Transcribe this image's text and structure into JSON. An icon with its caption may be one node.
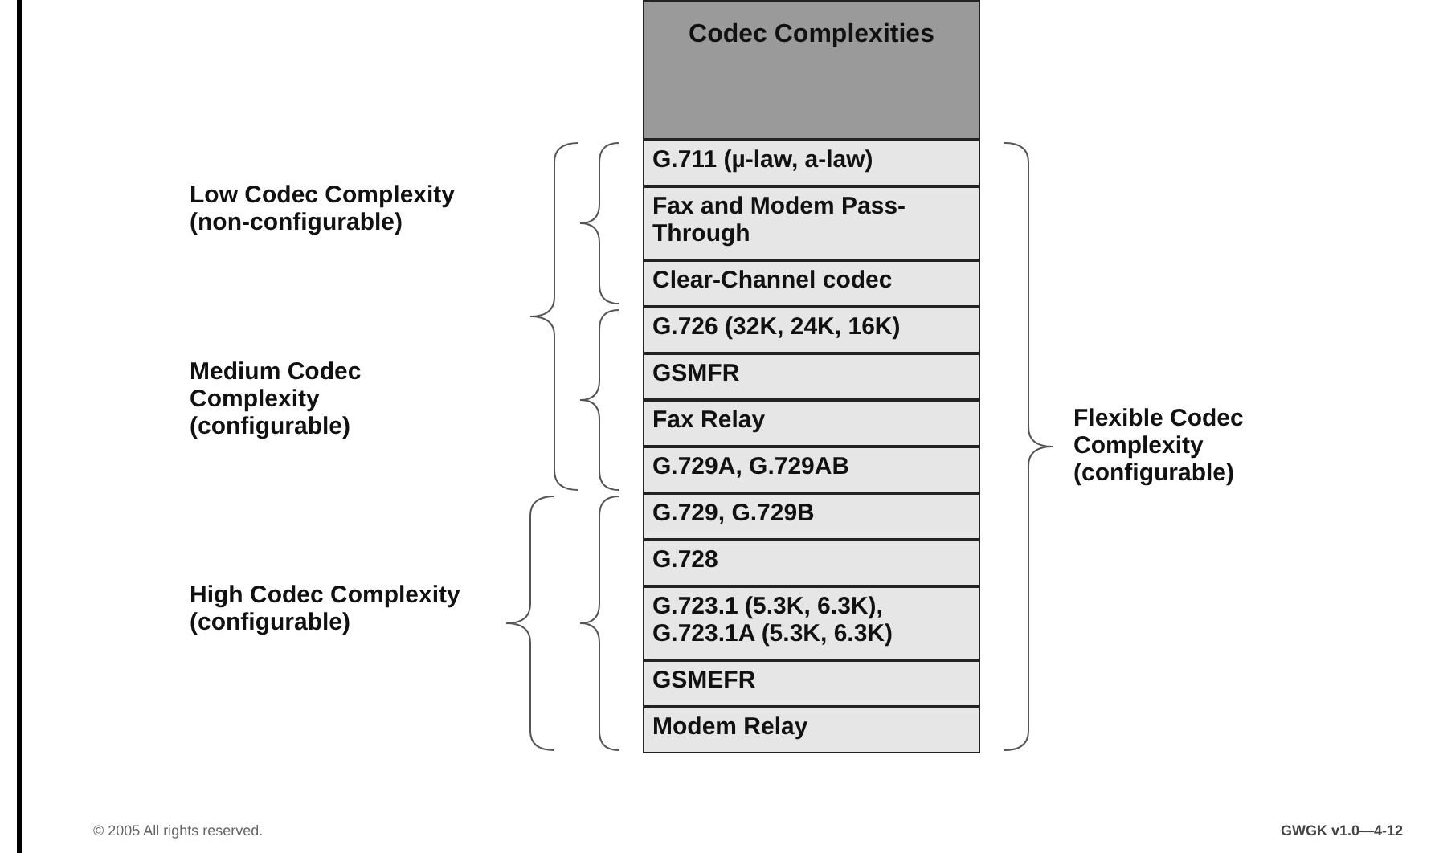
{
  "diagram": {
    "nodes": [
      {
        "text": [
          "Codec Complexities"
        ]
      },
      {
        "text": [
          "G.711 (µ-law, a-law)"
        ]
      },
      {
        "text": [
          "Fax and Modem Pass-Through"
        ]
      },
      {
        "text": [
          "Clear-Channel codec"
        ]
      },
      {
        "text": [
          "G.726 (32K, 24K, 16K)"
        ]
      },
      {
        "text": [
          "GSMFR"
        ]
      },
      {
        "text": [
          "Fax Relay"
        ]
      },
      {
        "text": [
          "G.729A, G.729AB"
        ]
      },
      {
        "text": [
          "G.729, G.729B"
        ]
      },
      {
        "text": [
          "G.728"
        ]
      },
      {
        "text": [
          "G.723.1 (5.3K, 6.3K), G.723.1A (5.3K, 6.3K)"
        ]
      },
      {
        "text": [
          "GSMEFR"
        ]
      },
      {
        "text": [
          "Modem Relay"
        ]
      }
    ],
    "labels": [
      "Low Codec Complexity (non-configurable)",
      "Medium Codec Complexity (configurable)",
      "High Codec Complexity (configurable)",
      "Flexible Codec Complexity (configurable)",
      "© 2005 All rights reserved.",
      "GWGK v1.0—4-12"
    ]
  }
}
